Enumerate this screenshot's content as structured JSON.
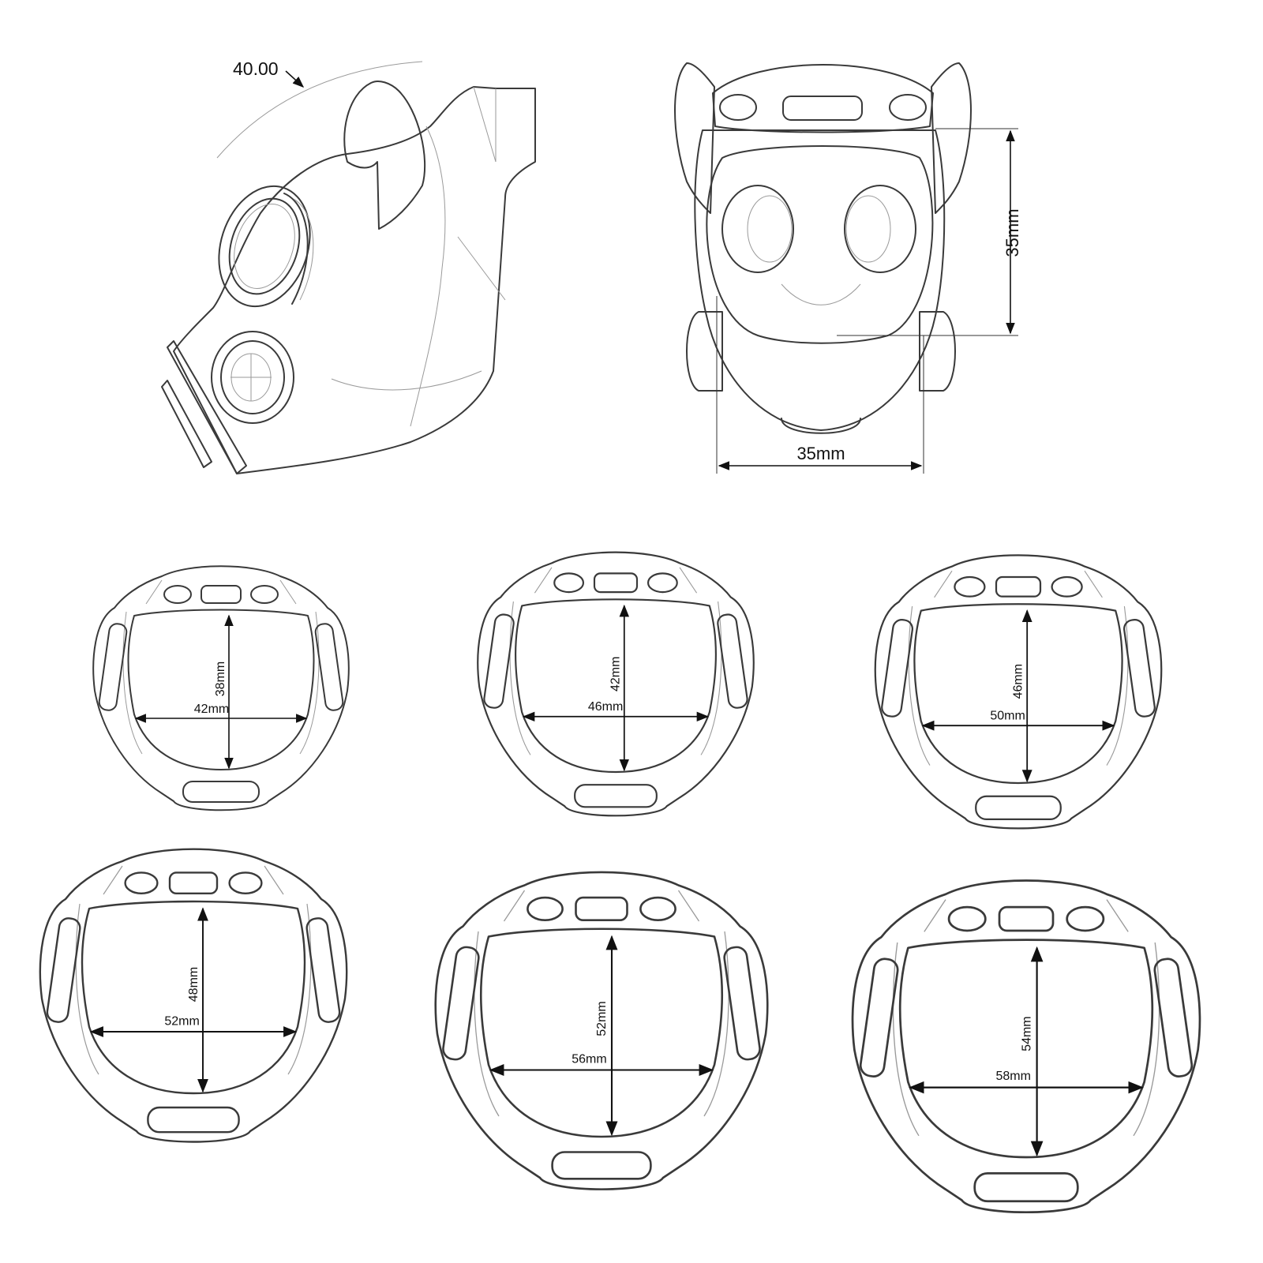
{
  "top_views": {
    "side_angle_label": "40.00",
    "front_height_label": "35mm",
    "front_width_label": "35mm"
  },
  "rings": [
    {
      "width_label": "42mm",
      "height_label": "38mm"
    },
    {
      "width_label": "46mm",
      "height_label": "42mm"
    },
    {
      "width_label": "50mm",
      "height_label": "46mm"
    },
    {
      "width_label": "52mm",
      "height_label": "48mm"
    },
    {
      "width_label": "56mm",
      "height_label": "52mm"
    },
    {
      "width_label": "58mm",
      "height_label": "54mm"
    }
  ]
}
